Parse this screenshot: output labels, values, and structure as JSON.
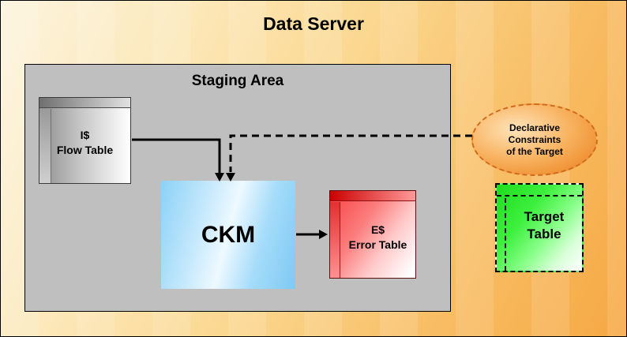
{
  "diagram": {
    "title": "Data Server",
    "staging_area": {
      "label": "Staging Area"
    },
    "flow_table": {
      "name": "I$",
      "type": "Flow Table"
    },
    "ckm": {
      "label": "CKM"
    },
    "error_table": {
      "name": "E$",
      "type": "Error Table"
    },
    "constraints": {
      "line1": "Declarative",
      "line2": "Constraints",
      "line3": "of the Target"
    },
    "target_table": {
      "line1": "Target",
      "line2": "Table"
    },
    "colors": {
      "background_orange": "#f6a843",
      "staging_gray": "#bfbfbf",
      "ckm_blue": "#8bd1f7",
      "error_red": "#f94040",
      "target_green": "#1edc1e",
      "constraints_orange": "#ef9033",
      "arrow_black": "#000000"
    }
  }
}
